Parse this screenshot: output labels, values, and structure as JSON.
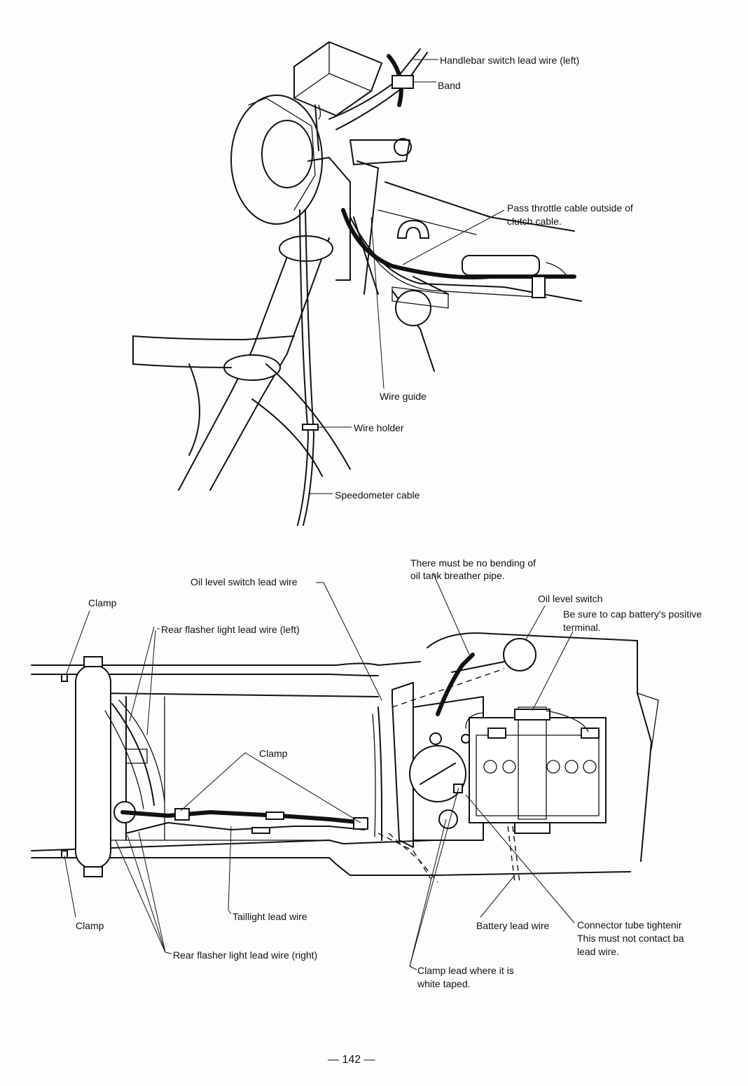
{
  "page_number": "— 142 —",
  "front_diagram": {
    "labels": {
      "handlebar_switch": "Handlebar switch lead wire (left)",
      "band": "Band",
      "pass_throttle_1": "Pass throttle cable outside of",
      "pass_throttle_2": "clutch cable.",
      "wire_guide": "Wire guide",
      "wire_holder": "Wire holder",
      "speedometer": "Speedometer cable"
    }
  },
  "rear_diagram": {
    "labels": {
      "no_bending_1": "There must be no bending of",
      "no_bending_2": "oil tank breather pipe.",
      "oil_level_lead": "Oil level switch lead wire",
      "clamp_top_left": "Clamp",
      "oil_level_switch": "Oil level switch",
      "cap_battery_1": "Be sure to cap battery's positive",
      "cap_battery_2": "terminal.",
      "rear_flasher_left": "Rear flasher light lead wire (left)",
      "clamp_middle": "Clamp",
      "clamp_bottom_left": "Clamp",
      "taillight": "Taillight lead wire",
      "battery_lead": "Battery lead wire",
      "connector_1": "Connector tube tightenir",
      "connector_2": "This must not contact ba",
      "connector_3": "lead wire.",
      "rear_flasher_right": "Rear flasher light lead wire (right)",
      "clamp_lead_1": "Clamp lead where it is",
      "clamp_lead_2": "white taped."
    }
  }
}
